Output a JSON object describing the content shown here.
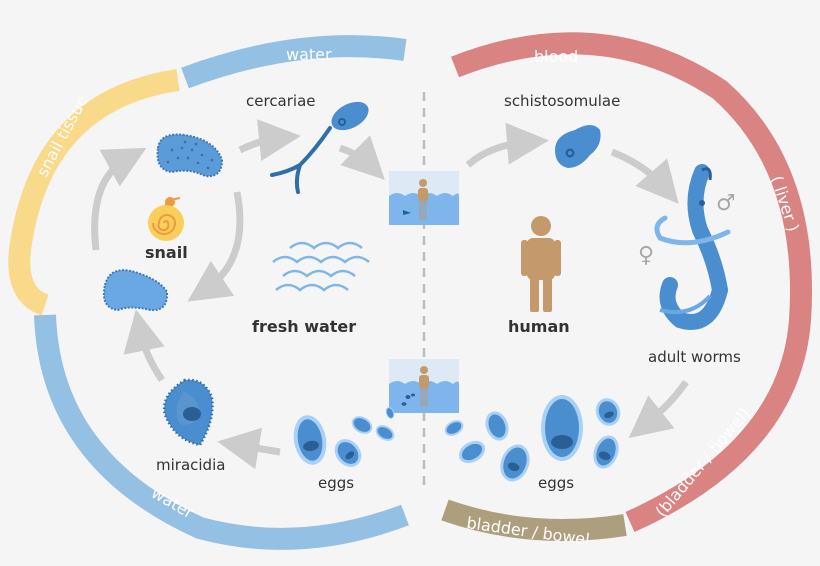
{
  "title": "Schistosome life cycle",
  "colors": {
    "water_band": "#93c0e3",
    "snail_band": "#f9d98a",
    "blood_band": "#d98383",
    "bowel_band": "#ad9f7e",
    "organism_blue": "#4a8ed0",
    "arrow_grey": "#cccccc",
    "human_tan": "#c49a6c",
    "text_dark": "#333333"
  },
  "bands": {
    "water_top": "water",
    "snail_tissue": "snail tissue",
    "water_bottom": "water",
    "blood": "blood",
    "liver": "( liver )",
    "bladder_bowel_red": "(bladder / bowel)",
    "bladder_bowel_tan": "bladder / bowel"
  },
  "labels": {
    "cercariae": "cercariae",
    "snail": "snail",
    "fresh_water": "fresh water",
    "miracidia": "miracidia",
    "eggs_left": "eggs",
    "schistosomulae": "schistosomulae",
    "human": "human",
    "adult_worms": "adult worms",
    "eggs_right": "eggs"
  },
  "symbols": {
    "male": "♂",
    "female": "♀"
  }
}
